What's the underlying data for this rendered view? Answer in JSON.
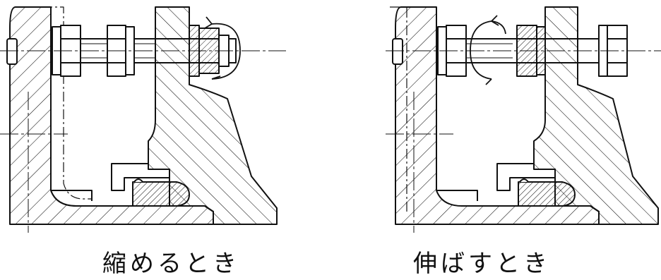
{
  "captions": {
    "left": "縮めるとき",
    "right": "伸ばすとき"
  },
  "colors": {
    "line": "#111111",
    "background": "#ffffff"
  },
  "panels": [
    {
      "id": "left",
      "rotation_arrow_location": "nut-on-right-side-of-bracket"
    },
    {
      "id": "right",
      "rotation_arrow_location": "rod-between-nuts"
    }
  ]
}
